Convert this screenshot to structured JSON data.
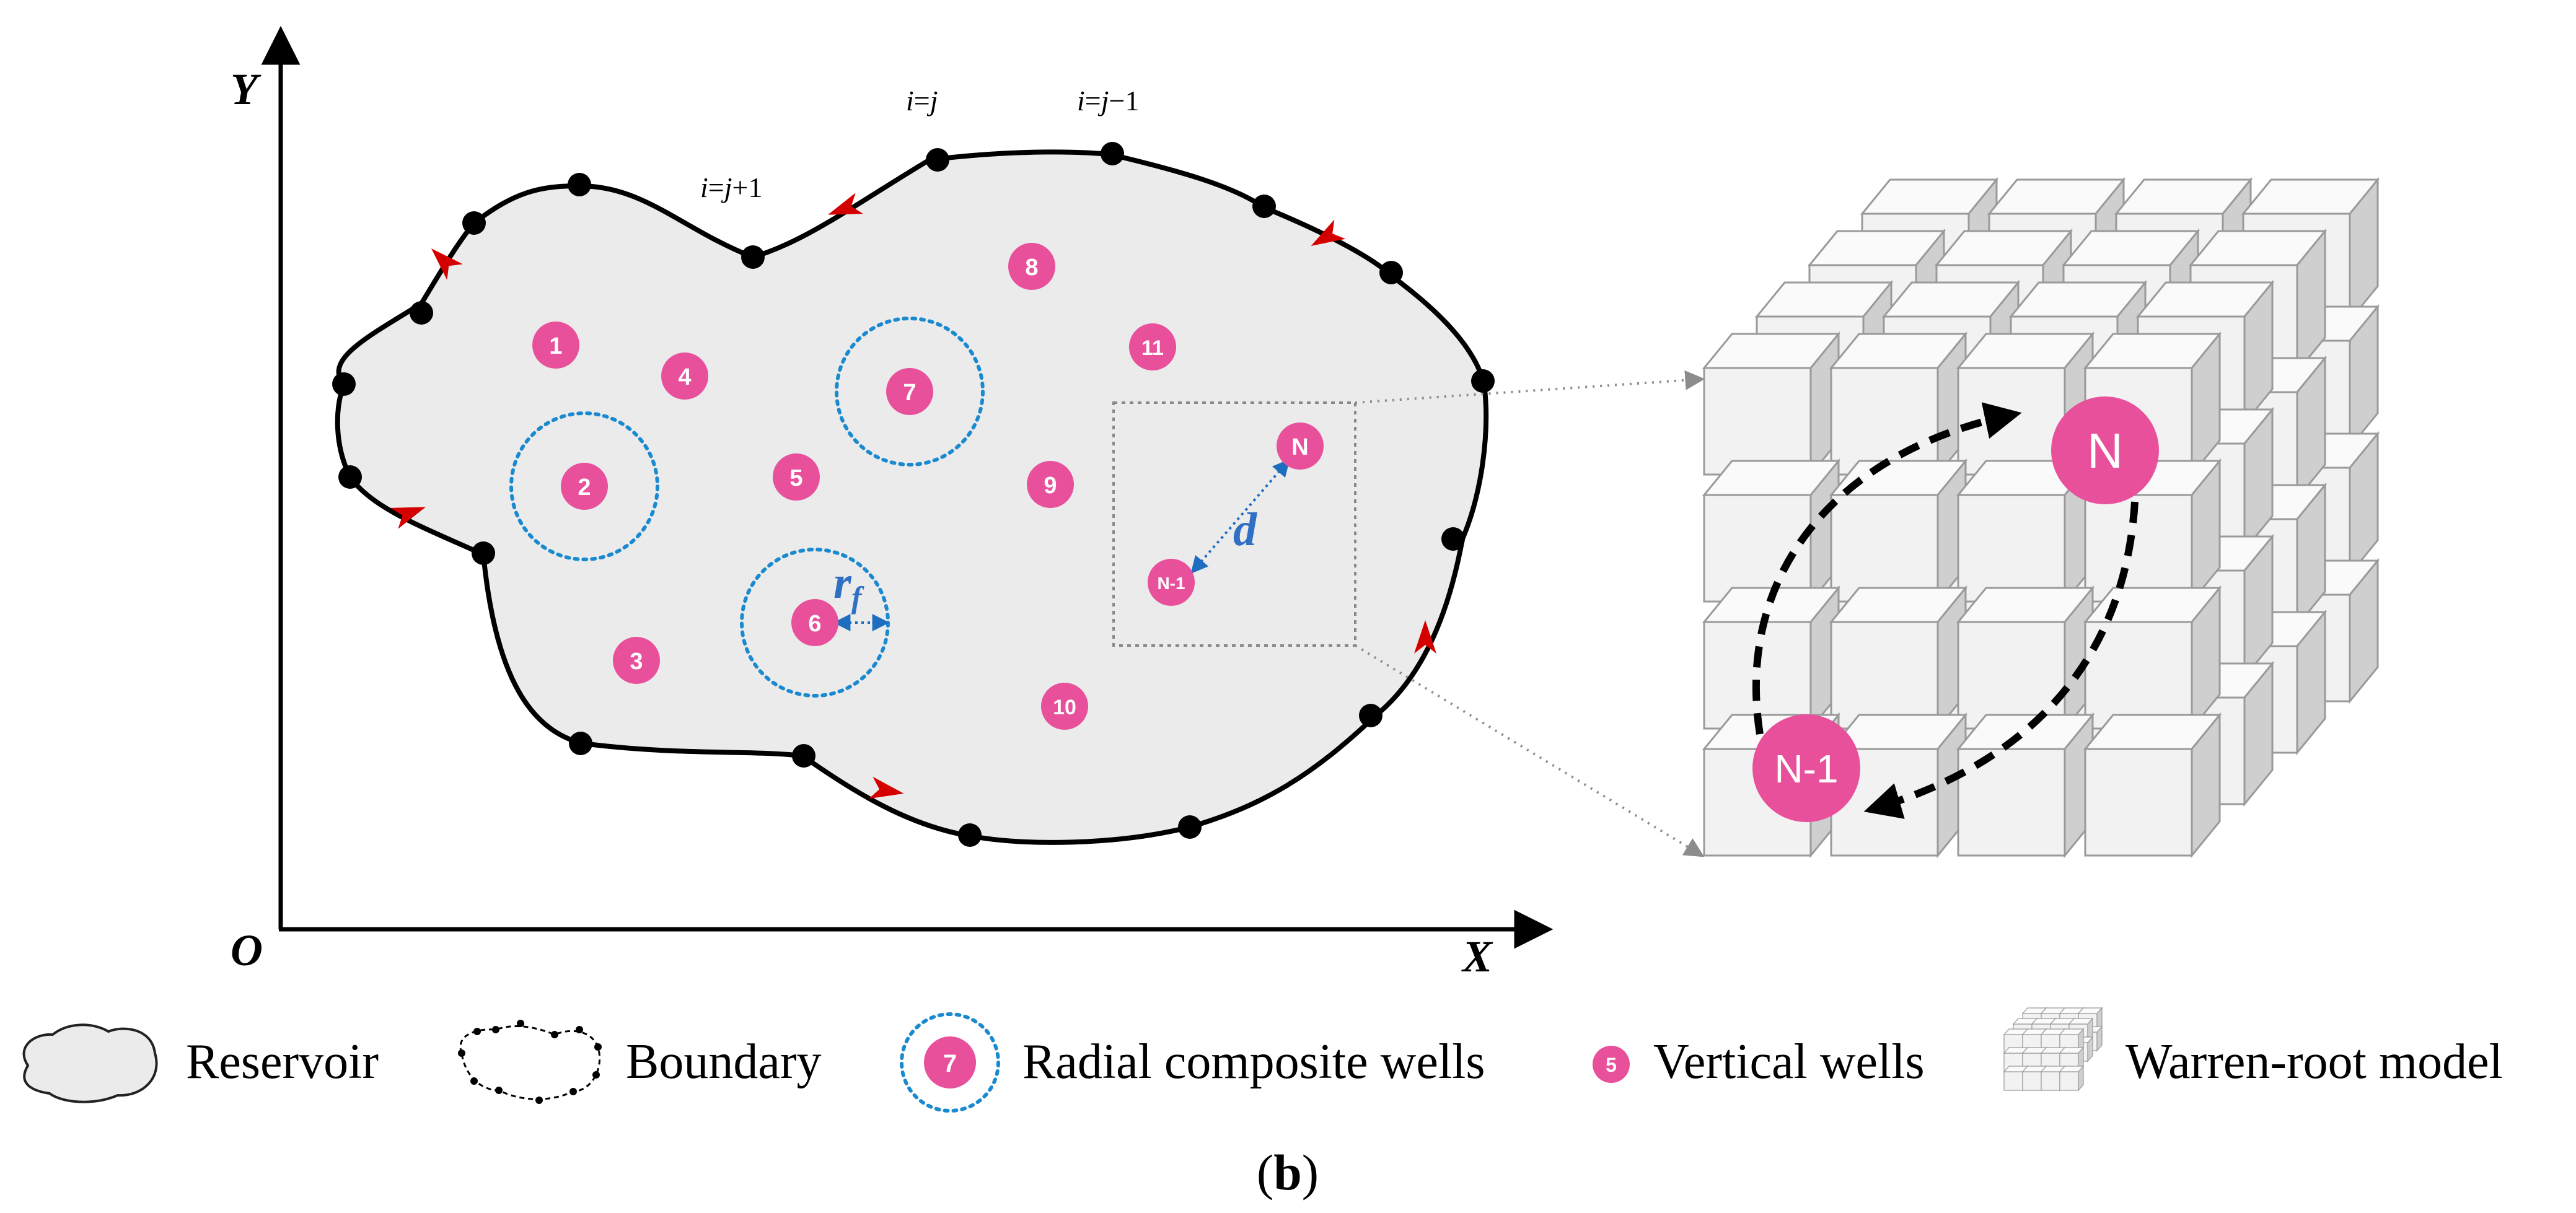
{
  "axes": {
    "origin": "O",
    "x_label": "X",
    "y_label": "Y"
  },
  "boundary_labels": {
    "i_eq_j_plus_1": {
      "i": "i",
      "eq": "=",
      "j": "j",
      "rest": "+1"
    },
    "i_eq_j": {
      "i": "i",
      "eq": "=",
      "j": "j",
      "rest": ""
    },
    "i_eq_j_minus_1": {
      "i": "i",
      "eq": "=",
      "j": "j",
      "rest": "−1"
    }
  },
  "radius_label": {
    "r": "r",
    "sub": "f"
  },
  "distance_label": "d",
  "wells": {
    "w1": "1",
    "w2": "2",
    "w3": "3",
    "w4": "4",
    "w5": "5",
    "w6": "6",
    "w7": "7",
    "w8": "8",
    "w9": "9",
    "w10": "10",
    "w11": "11",
    "wN": "N",
    "wN1": "N-1"
  },
  "cube_wells": {
    "N": "N",
    "N1": "N-1"
  },
  "legend": {
    "reservoir": "Reservoir",
    "boundary": "Boundary",
    "radial_composite_wells": "Radial composite wells",
    "radial_icon_num": "7",
    "vertical_wells": "Vertical wells",
    "vertical_icon_num": "5",
    "warren_root": "Warren-root model"
  },
  "caption": "b",
  "colors": {
    "well_fill": "#e8509b",
    "reservoir_fill": "#ebebeb",
    "dashed_circle": "#1a8ad0",
    "arrow_blue": "#1f6dbf",
    "label_blue": "#2f6fc4",
    "flow_arrow": "#d40000",
    "cube_front": "#f2f2f2",
    "cube_top": "#fafafa",
    "cube_side": "#cfcfcf",
    "cube_edge": "#9a9a9a"
  }
}
